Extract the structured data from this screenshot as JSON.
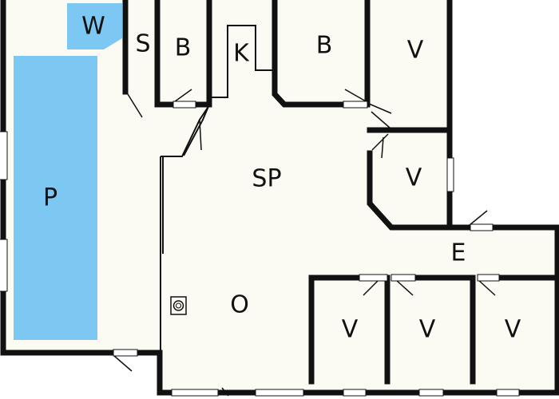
{
  "colors": {
    "background": "#ffffff",
    "floor": "#fbfbf4",
    "wall": "#111111",
    "water": "#7cc8f2",
    "opening": "#ffffff"
  },
  "rooms": {
    "pool": "P",
    "whirlpool": "W",
    "sauna": "S",
    "bathroom_1": "B",
    "bathroom_2": "B",
    "kitchen": "K",
    "dining": "SP",
    "living": "O",
    "entrance": "E",
    "bedroom_top_right": "V",
    "bedroom_right_middle": "V",
    "bedroom_bottom_1": "V",
    "bedroom_bottom_2": "V",
    "bedroom_bottom_3": "V"
  }
}
